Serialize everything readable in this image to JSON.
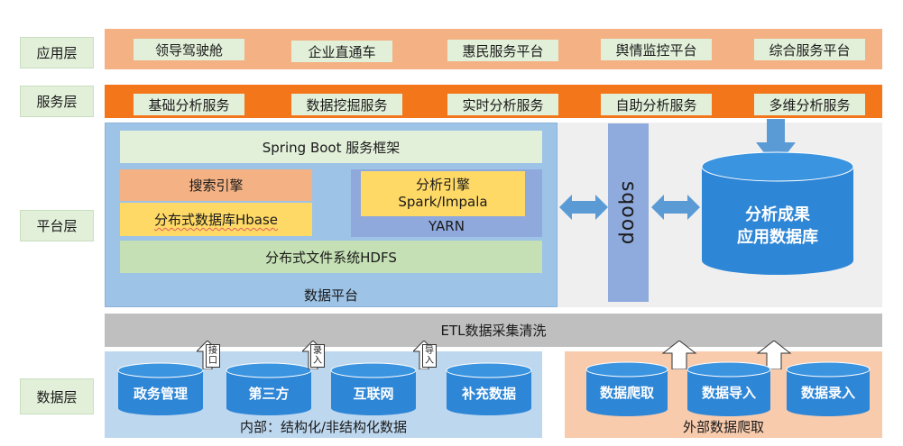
{
  "layers": {
    "app": "应用层",
    "service": "服务层",
    "platform": "平台层",
    "data": "数据层"
  },
  "app_items": [
    "领导驾驶舱",
    "企业直通车",
    "惠民服务平台",
    "舆情监控平台",
    "综合服务平台"
  ],
  "service_items": [
    "基础分析服务",
    "数据挖掘服务",
    "实时分析服务",
    "自助分析服务",
    "多维分析服务"
  ],
  "platform": {
    "spring_boot": "Spring Boot 服务框架",
    "search_engine": "搜索引擎",
    "hbase": "分布式数据库Hbase",
    "analysis_engine_line1": "分析引擎",
    "analysis_engine_line2": "Spark/Impala",
    "yarn": "YARN",
    "hdfs": "分布式文件系统HDFS",
    "data_platform": "数据平台",
    "sqoop": "sqoop",
    "result_db_line1": "分析成果",
    "result_db_line2": "应用数据库"
  },
  "etl": "ETL数据采集清洗",
  "internal": {
    "sources": [
      "政务管理",
      "第三方",
      "互联网",
      "补充数据"
    ],
    "tags": [
      "接口",
      "录入",
      "导入"
    ],
    "caption": "内部：结构化/非结构化数据"
  },
  "external": {
    "sources": [
      "数据爬取",
      "数据导入",
      "数据录入"
    ],
    "caption": "外部数据爬取"
  },
  "colors": {
    "app_band": "#f4b183",
    "service_band": "#f4761a",
    "chip_green": "#e2efd9",
    "platform_blue": "#9dc3e6",
    "search_orange": "#f4b183",
    "yellow": "#ffd966",
    "yarn_blue": "#8fa9dc",
    "hdfs_green": "#c5e0b4",
    "sqoop_blue": "#8faadc",
    "cylinder_blue": "#2e86d6",
    "etl_gray": "#bfbfbf",
    "internal_bg": "#bdd7ee",
    "external_bg": "#f8cbad"
  }
}
